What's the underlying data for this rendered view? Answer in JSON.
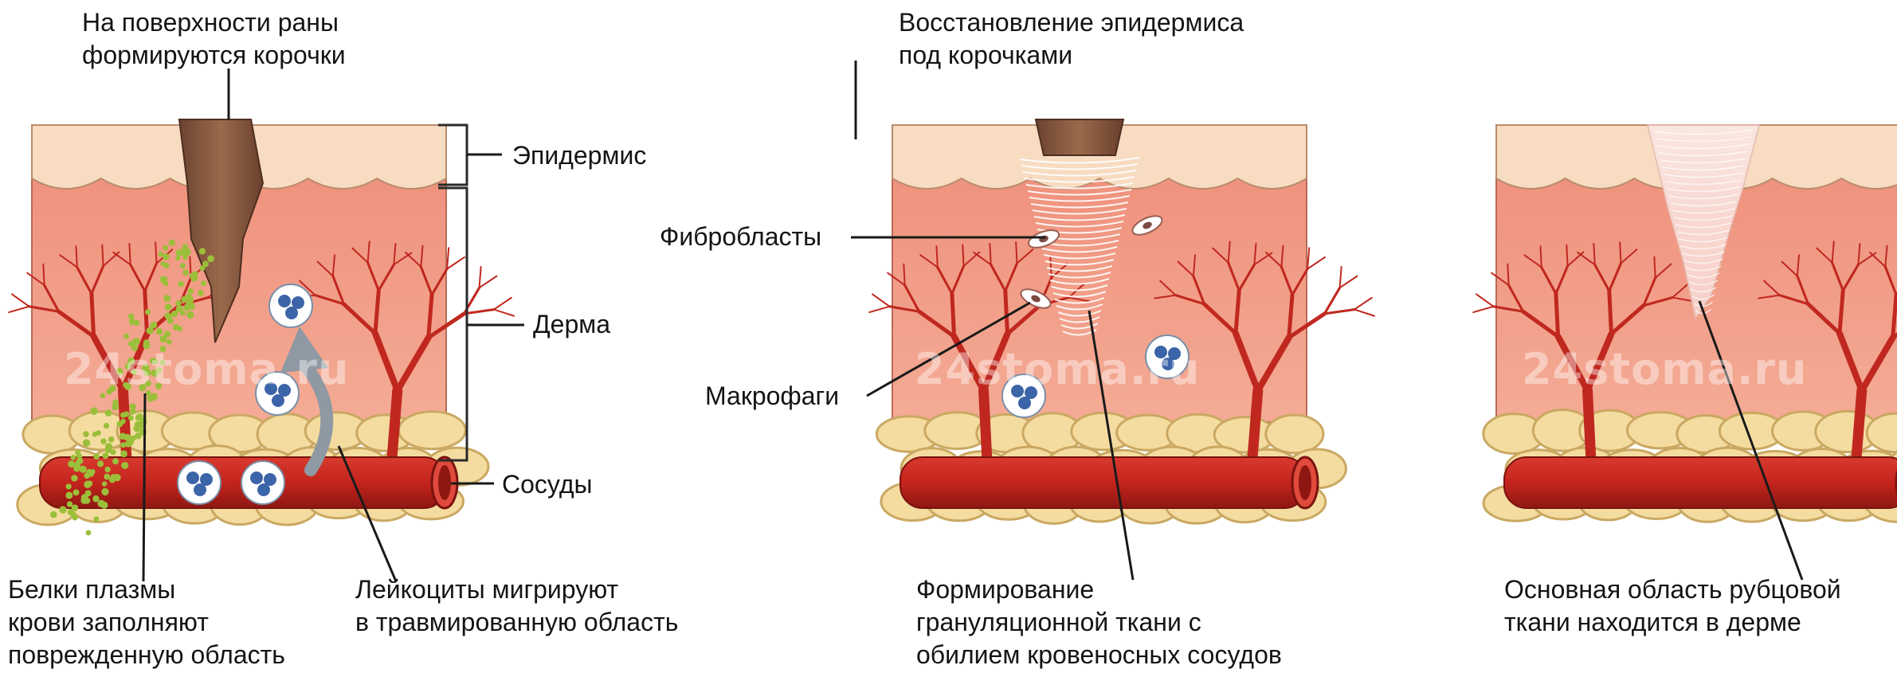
{
  "watermark": "24stoma.ru",
  "colors": {
    "epidermis": "#f7dcc2",
    "dermis": "#f2a48e",
    "dermis_dark": "#e8806a",
    "vessel": "#c3241d",
    "fat": "#f4dca0",
    "scab": "#8a5a3c",
    "plasma_protein": "#9bbf3a",
    "leukocyte_nucleus": "#3c64a8"
  },
  "stages": [
    {
      "name": "stage-1",
      "labels": {
        "scabs": [
          "На поверхности раны",
          "формируются корочки"
        ],
        "epidermis": "Эпидермис",
        "dermis": "Дерма",
        "vessels": "Сосуды",
        "plasma": [
          "Белки плазмы",
          "крови заполняют",
          "поврежденную область"
        ],
        "leukocytes": [
          "Лейкоциты мигрируют",
          "в травмированную область"
        ]
      }
    },
    {
      "name": "stage-2",
      "labels": {
        "epidermis_restore": [
          "Восстановление эпидермиса",
          "под корочками"
        ],
        "fibroblasts": "Фибробласты",
        "macrophages": "Макрофаги",
        "granulation": [
          "Формирование",
          "грануляционной ткани с",
          "обилием кровеносных сосудов"
        ]
      }
    },
    {
      "name": "stage-3",
      "labels": {
        "scar": [
          "Основная область рубцовой",
          "ткани находится в дерме"
        ]
      }
    }
  ]
}
